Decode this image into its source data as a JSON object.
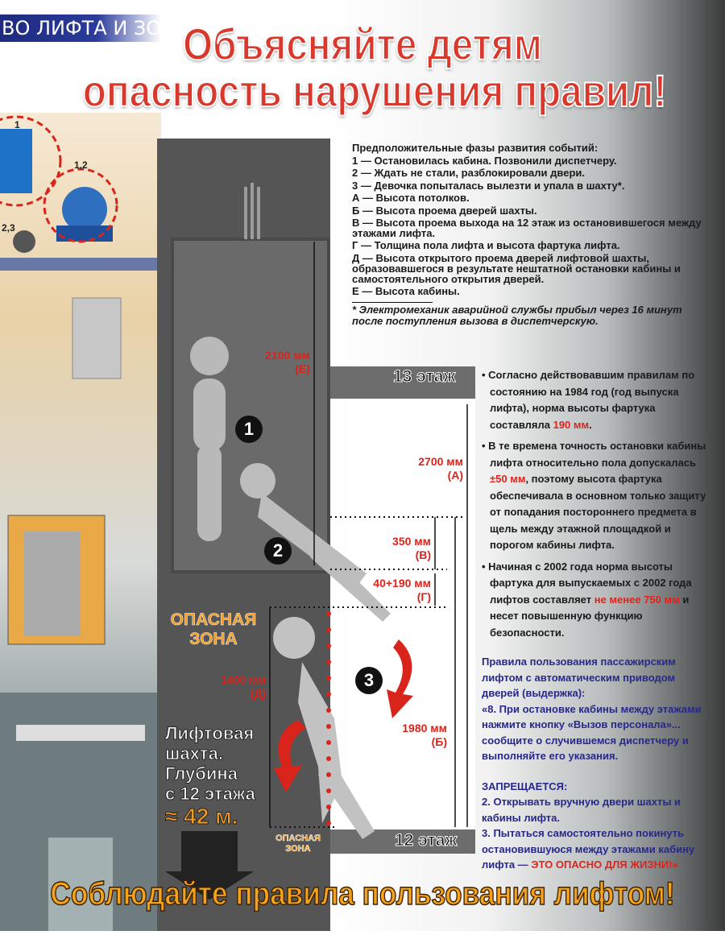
{
  "header": {
    "band_text": "ВО ЛИФТА И ЗО",
    "title_line1": "Объясняйте детям",
    "title_line2": "опасность нарушения правил!"
  },
  "left_illustration": {
    "callouts": [
      "1",
      "1,2",
      "2,3"
    ]
  },
  "diagram": {
    "floor_upper": "13 этаж",
    "floor_lower": "12 этаж",
    "phases": [
      "1",
      "2",
      "3"
    ],
    "dims": [
      {
        "value": "2100 мм",
        "letter": "(Е)"
      },
      {
        "value": "2700 мм",
        "letter": "(А)"
      },
      {
        "value": "350 мм",
        "letter": "(В)"
      },
      {
        "value": "40+190 мм",
        "letter": "(Г)"
      },
      {
        "value": "1400 мм",
        "letter": "(Д)"
      },
      {
        "value": "1980 мм",
        "letter": "(Б)"
      }
    ],
    "danger_zone_big": [
      "ОПАСНАЯ",
      "ЗОНА"
    ],
    "danger_zone_small": [
      "ОПАСНАЯ",
      "ЗОНА"
    ],
    "shaft_depth": [
      "Лифтовая",
      "шахта.",
      "Глубина",
      "с 12 этажа"
    ],
    "shaft_depth_value": "≈ 42 м.",
    "colors": {
      "red": "#d9241c",
      "orange": "#f39a1e",
      "shaft": "#555555"
    }
  },
  "phases_text": {
    "heading": "Предположительные фазы развития событий:",
    "items": [
      "1 — Остановилась кабина. Позвонили диспетчеру.",
      "2 — Ждать не стали, разблокировали двери.",
      "3 — Девочка попыталась вылезти и упала в шахту*.",
      "А — Высота потолков.",
      "Б — Высота проема дверей шахты.",
      "В — Высота проема выхода на 12 этаж из остановившегося между этажами лифта.",
      "Г — Толщина пола лифта и высота фартука лифта.",
      "Д — Высота открытого проема дверей лифтовой шахты, образовавшегося в результате нештатной остановки кабины и самостоятельного открытия дверей.",
      "Е — Высота кабины."
    ],
    "footnote": "* Электромеханик аварийной службы прибыл через 16 минут после поступления вызова в диспетчерскую."
  },
  "bullets": [
    {
      "pre": "Согласно действовавшим правилам по состоянию на 1984 год (год выпуска лифта), норма высоты фартука составляла ",
      "hl": "190 мм",
      "post": "."
    },
    {
      "pre": "В те времена точность остановки кабины лифта относительно пола допускалась ",
      "hl": "±50 мм",
      "post": ", поэтому высота фартука обеспечивала в основном только защиту от попадания постороннего предмета в щель между этажной площадкой и порогом кабины лифта."
    },
    {
      "pre": "Начиная с 2002 года норма высоты фартука для выпускаемых с 2002 года лифтов составляет ",
      "hl": "не менее 750 мм",
      "post": " и несет повышенную функцию безопасности."
    }
  ],
  "rules": {
    "intro": "Правила пользования пассажирским лифтом с автоматическим приводом дверей (выдержка):",
    "rule8": "«8. При остановке кабины между этажами нажмите кнопку «Вызов персонала»... сообщите о случившемся диспетчеру и выполняйте его указания.",
    "forbidden": "ЗАПРЕЩАЕТСЯ:",
    "f2": "2. Открывать вручную двери шахты и кабины лифта.",
    "f3_pre": "3. Пытаться самостоятельно покинуть остановившуюся между этажами кабину лифта — ",
    "f3_hl": "ЭТО ОПАСНО ДЛЯ ЖИЗНИ!»"
  },
  "footer": "Соблюдайте правила пользования лифтом!"
}
